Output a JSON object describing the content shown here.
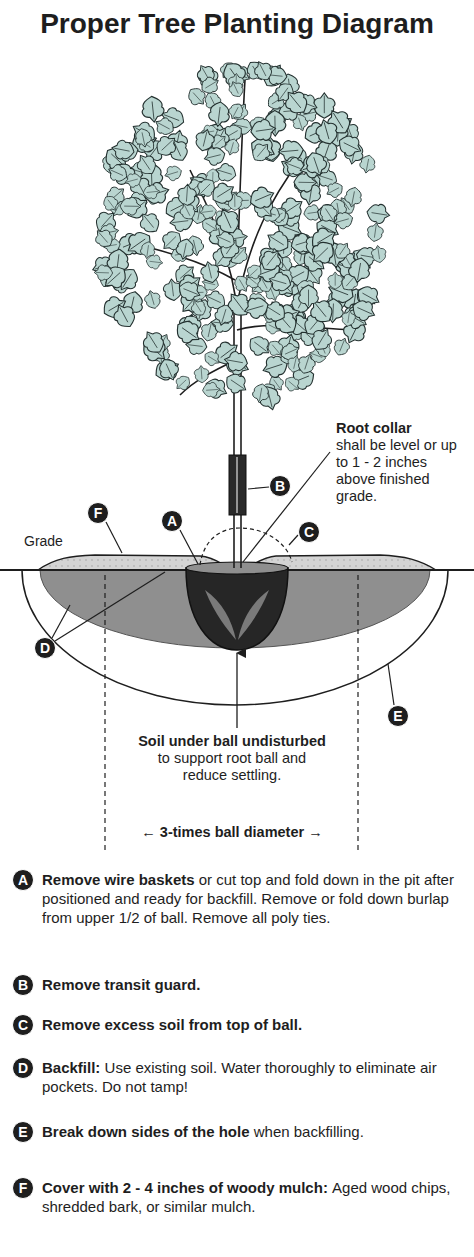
{
  "diagram": {
    "title": "Proper Tree Planting Diagram",
    "nodes": [
      {
        "text": [
          "B"
        ]
      },
      {
        "text": [
          "F"
        ]
      },
      {
        "text": [
          "A"
        ]
      },
      {
        "text": [
          "C"
        ]
      },
      {
        "text": [
          "D"
        ]
      },
      {
        "text": [
          "E"
        ]
      },
      {
        "text": [
          "A"
        ]
      },
      {
        "text": [
          "B"
        ]
      },
      {
        "text": [
          "C"
        ]
      },
      {
        "text": [
          "D"
        ]
      },
      {
        "text": [
          "E"
        ]
      },
      {
        "text": [
          "F"
        ]
      }
    ],
    "labels": [
      "Root collar",
      "shall be level or up to 1 - 2 inches above finished grade.",
      "Grade",
      "Soil under ball undisturbed",
      "to support root ball and reduce settling.",
      "← 3-times ball diameter →",
      "Remove wire baskets",
      "or cut top and fold down in the pit after positioned and ready for backfill. Remove or fold down burlap from upper 1/2 of ball. Remove all poly ties.",
      "Remove transit guard.",
      "Remove excess soil from top of ball.",
      "Backfill:",
      "Use existing soil. Water thoroughly to eliminate air pockets. Do not tamp!",
      "Break down sides of the hole",
      "when backfilling.",
      "Cover with 2 - 4 inches of woody mulch:",
      "Aged wood chips, shredded bark, or similar mulch."
    ]
  }
}
